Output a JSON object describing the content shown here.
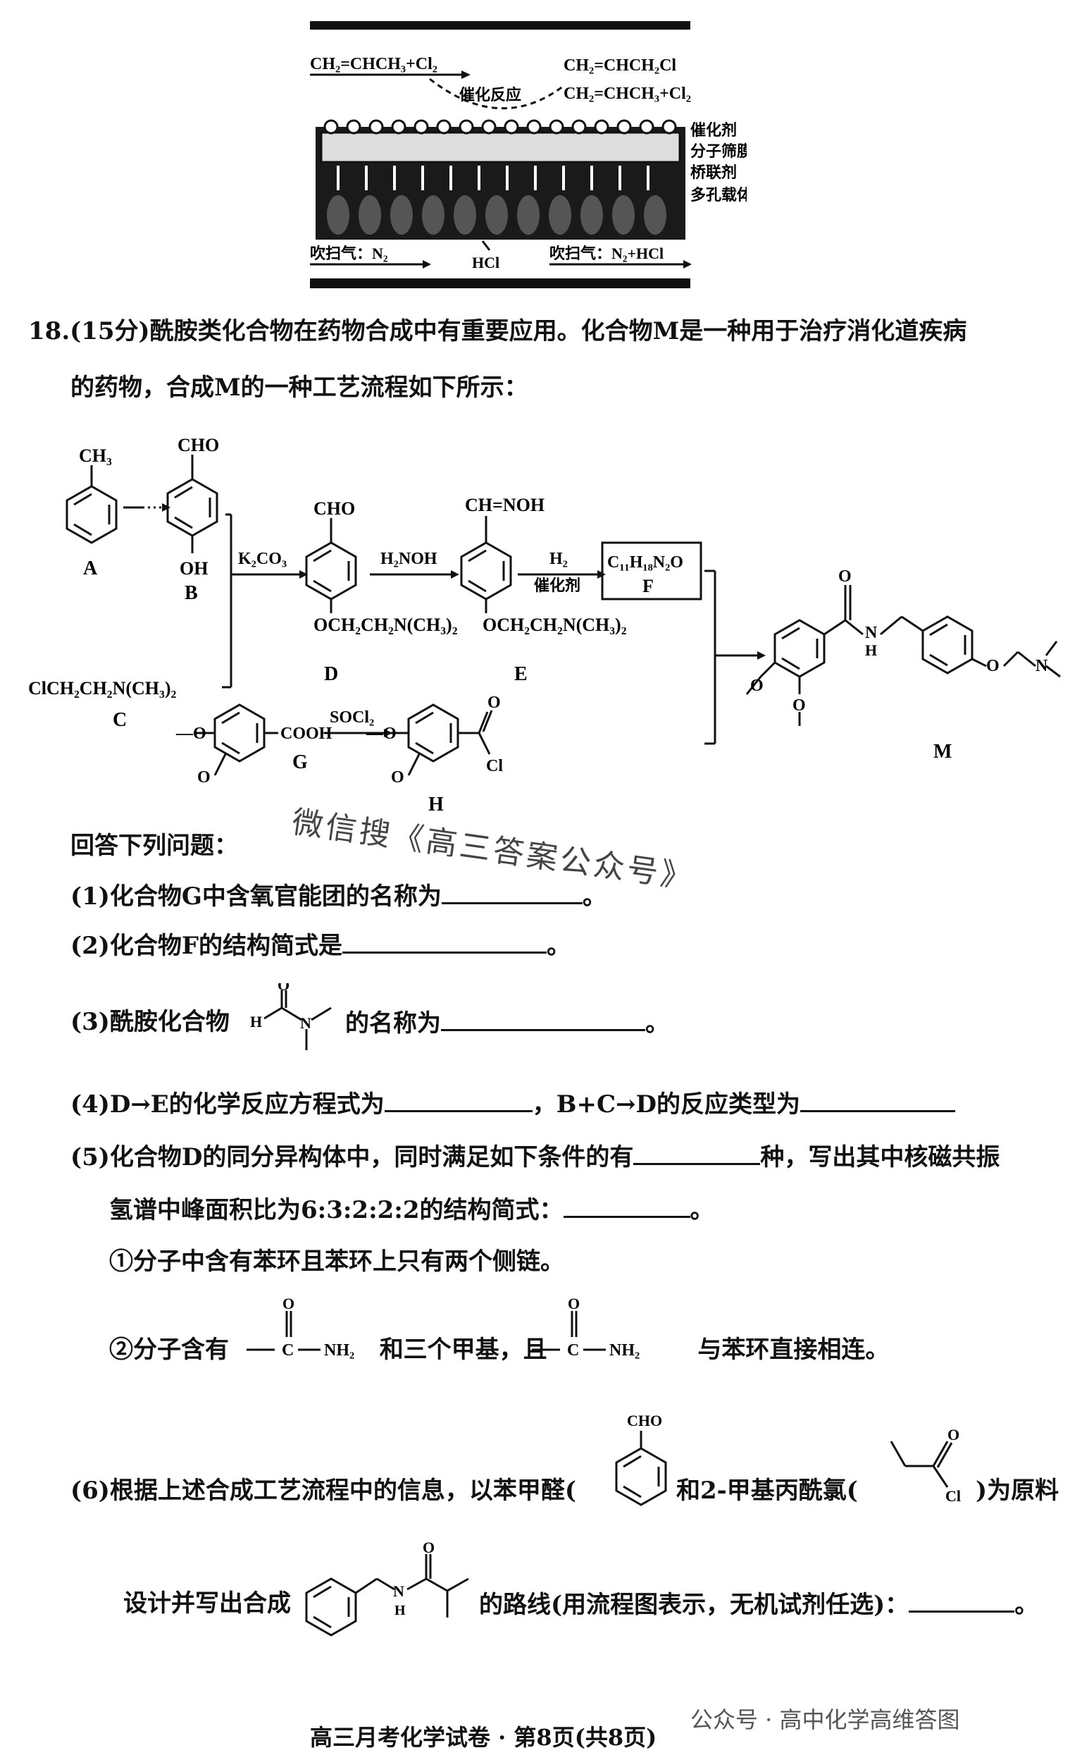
{
  "membrane": {
    "reaction_left": "CH₂=CHCH₃+Cl₂",
    "arrow_label": "催化反应",
    "product_top": "CH₂=CHCH₂Cl",
    "product_bottom": "CH₂=CHCH₃+Cl₂",
    "layers": [
      "催化剂",
      "分子筛膜",
      "桥联剂",
      "多孔载体"
    ],
    "sweep_left": "吹扫气：N₂",
    "hcl": "HCl",
    "sweep_right": "吹扫气：N₂+HCl"
  },
  "question18": {
    "intro_line1": "18.(15分)酰胺类化合物在药物合成中有重要应用。化合物M是一种用于治疗消化道疾病",
    "intro_line2": "的药物，合成M的一种工艺流程如下所示：",
    "scheme": {
      "A_sub": "CH₃",
      "A_label": "A",
      "B_sub_top": "CHO",
      "B_sub_bottom": "OH",
      "B_label": "B",
      "C_formula": "ClCH₂CH₂N(CH₃)₂",
      "C_label": "C",
      "reagent_BD": "K₂CO₃",
      "D_sub_top": "CHO",
      "D_sub_bottom": "OCH₂CH₂N(CH₃)₂",
      "D_label": "D",
      "reagent_DE": "H₂NOH",
      "E_sub_top": "CH=NOH",
      "E_sub_bottom": "OCH₂CH₂N(CH₃)₂",
      "E_label": "E",
      "reagent_EF_top": "H₂",
      "reagent_EF_bottom": "催化剂",
      "F_formula": "C₁₁H₁₈N₂O",
      "F_label": "F",
      "G_cooh": "COOH",
      "G_label": "G",
      "reagent_GH": "SOCl₂",
      "H_o": "O",
      "H_cl": "Cl",
      "H_label": "H",
      "M_o": "O",
      "M_nh": "N\nH",
      "M_label": "M"
    },
    "answer_prompt": "回答下列问题：",
    "q1": "(1)化合物G中含氧官能团的名称为",
    "q1_end": "。",
    "q2": "(2)化合物F的结构简式是",
    "q2_end": "。",
    "q3": "(3)酰胺化合物",
    "q3_mid": "的名称为",
    "q3_end": "。",
    "q3_struct_o": "O",
    "q3_struct_h": "H",
    "q3_struct_n": "N",
    "q4_a": "(4)D→E的化学反应方程式为",
    "q4_b": "，B+C→D的反应类型为",
    "q5_a": "(5)化合物D的同分异构体中，同时满足如下条件的有",
    "q5_b": "种，写出其中核磁共振",
    "q5_line2": "氢谱中峰面积比为6:3:2:2:2的结构简式：",
    "q5_line2_end": "。",
    "q5_c1": "①分子中含有苯环且苯环上只有两个侧链。",
    "q5_c2_a": "②分子含有",
    "q5_c2_b": "和三个甲基，且",
    "q5_c2_c": "与苯环直接相连。",
    "q5_amide_o": "O",
    "q5_amide_c": "C",
    "q5_amide_nh2": "NH₂",
    "q6_a": "(6)根据上述合成工艺流程中的信息，以苯甲醛(",
    "q6_b": "和2-甲基丙酰氯(",
    "q6_c": ")为原料",
    "q6_cho": "CHO",
    "q6_o": "O",
    "q6_cl": "Cl",
    "q6_line2_a": "设计并写出合成",
    "q6_line2_b": "的路线(用流程图表示，无机试剂任选)：",
    "q6_line2_end": "。",
    "q6_n": "N",
    "q6_h": "H",
    "q6_o2": "O"
  },
  "watermark": {
    "text": "微信搜《高三答案公众号》",
    "bottom_right": "公众号 · 高中化学高维答图"
  },
  "footer": "高三月考化学试卷 · 第8页(共8页)"
}
